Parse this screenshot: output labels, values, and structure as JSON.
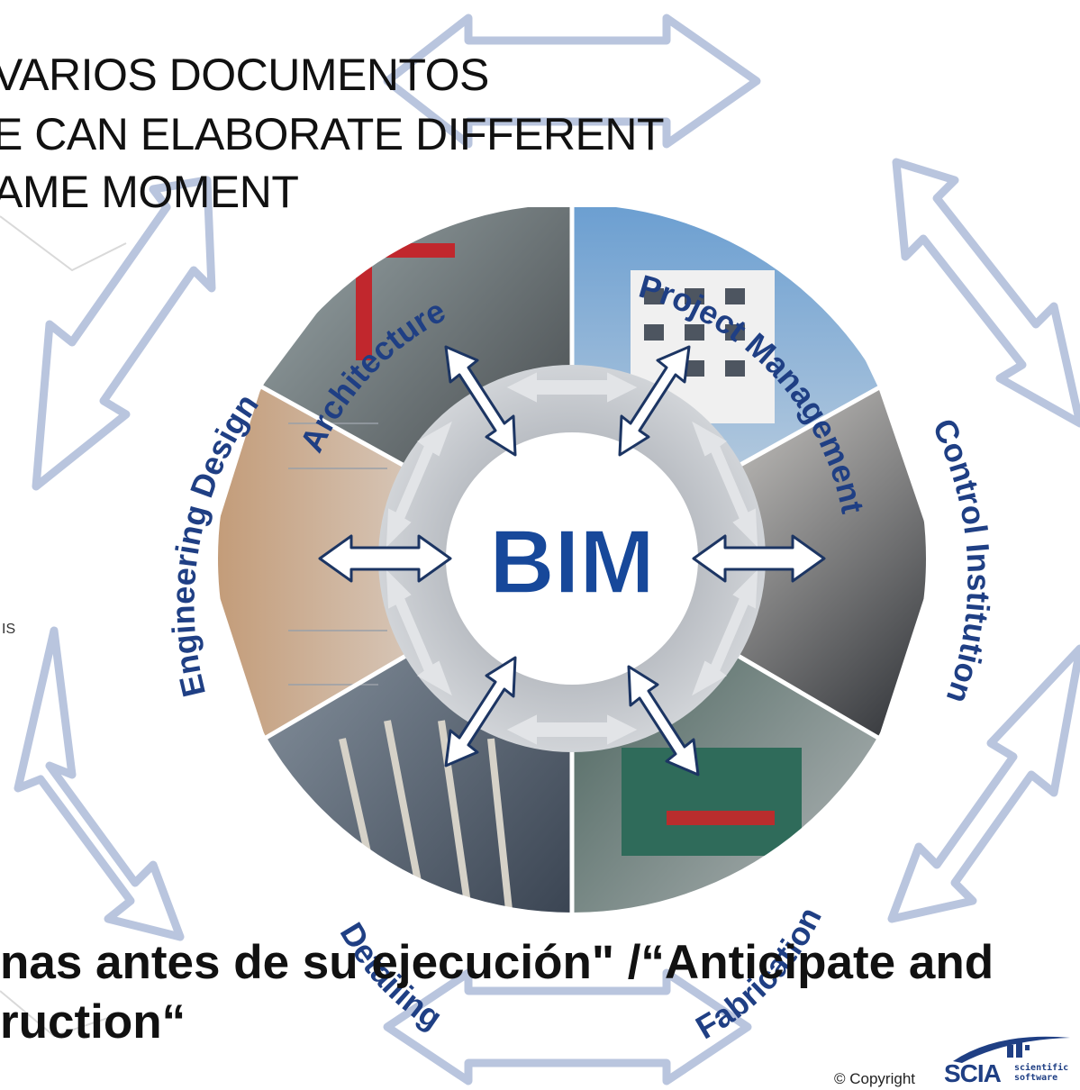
{
  "heading": {
    "line1": "VARIOS DOCUMENTOS",
    "line2": "E CAN ELABORATE DIFFERENT",
    "line3": "AME MOMENT"
  },
  "bottom": {
    "line1": "nas antes de su ejecución\" /“Anticipate and",
    "line2": "ruction“"
  },
  "diagram": {
    "center": "BIM",
    "sectors": [
      "Architecture",
      "Project Management",
      "Control Institution",
      "Fabrication",
      "Detailing",
      "Engineering Design"
    ],
    "colors": {
      "label": "#1f3f84",
      "bim": "#17489a",
      "ring": "#c3c6cb",
      "arrow_fill": "#ffffff",
      "arrow_stroke": "#1c3563",
      "outer_arrows": "#b9c5de"
    }
  },
  "stray_text": "IS",
  "footer": {
    "copyright": "© Copyright",
    "logo_word": "SCIA",
    "logo_tagline": "scientific\nsoftware"
  }
}
